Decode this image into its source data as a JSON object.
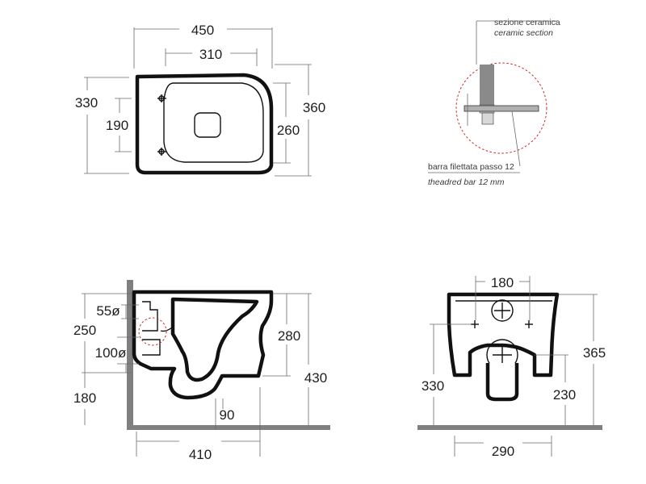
{
  "top_view": {
    "width_total": "450",
    "width_holes": "310",
    "depth_total": "330",
    "depth_front": "190",
    "length_total": "360",
    "length_holes": "260"
  },
  "detail": {
    "label_it_section": "sezione ceramica",
    "label_en_section": "ceramic section",
    "label_it_bar": "barra filettata passo 12",
    "label_en_bar": "theadred bar 12 mm"
  },
  "side_view": {
    "drain_55": "55ø",
    "height_250": "250",
    "drain_100": "100ø",
    "floor_180": "180",
    "height_280": "280",
    "height_430": "430",
    "outlet_90": "90",
    "depth_410": "410"
  },
  "back_view": {
    "spacing_180": "180",
    "height_330": "330",
    "height_365": "365",
    "height_230": "230",
    "width_290": "290"
  },
  "colors": {
    "ceramic_outline": "#111111",
    "wall_floor": "#7f7f7f",
    "detail_circle": "#d22525"
  }
}
